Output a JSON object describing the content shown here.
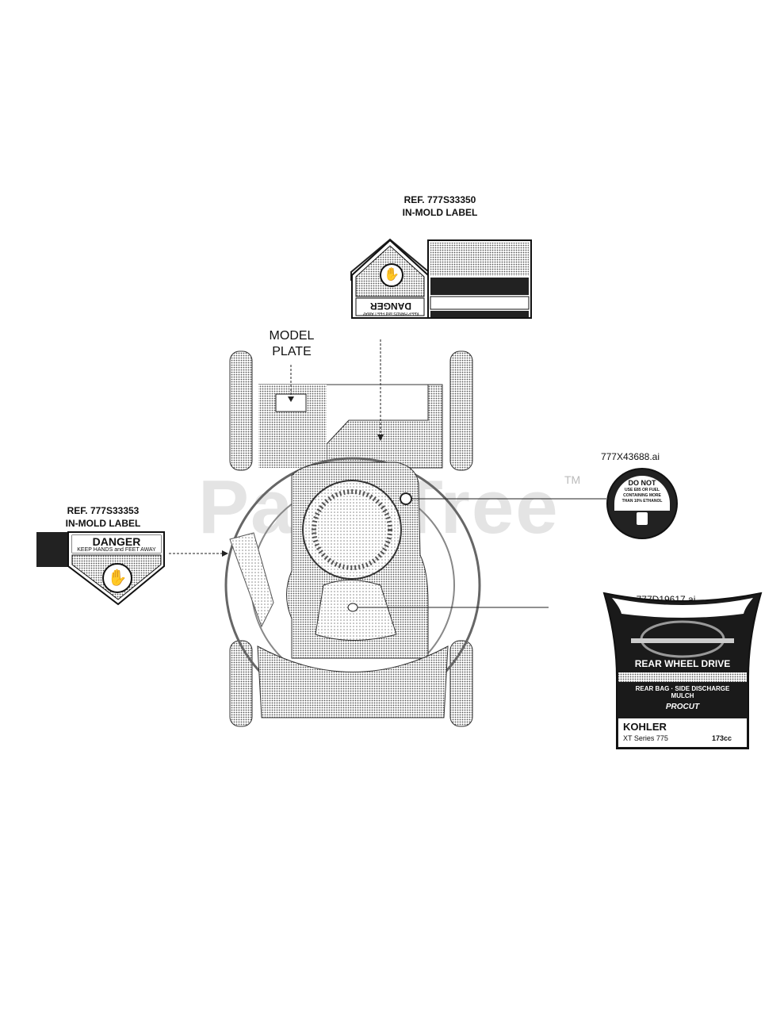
{
  "watermark": {
    "text": "PartsTree",
    "trademark": "TM"
  },
  "labels": {
    "ref_top": "REF. 777S33350",
    "ref_top_sub": "IN-MOLD LABEL",
    "model_plate_1": "MODEL",
    "model_plate_2": "PLATE",
    "ref_left": "REF. 777S33353",
    "ref_left_sub": "IN-MOLD LABEL",
    "fuel_label_id": "777X43688.ai",
    "model_decal_id": "777D19617.ai"
  },
  "danger_left": {
    "title": "DANGER",
    "sub": "KEEP HANDS and FEET AWAY"
  },
  "danger_top": {
    "title": "DANGER",
    "sub": "KEEP HANDS and FEET AWAY"
  },
  "fuel_sticker": {
    "line1": "DO NOT",
    "line2": "USE E85 OR FUEL",
    "line3": "CONTAINING MORE",
    "line4": "THAN 10% ETHANOL"
  },
  "model_decal": {
    "drive": "REAR WHEEL DRIVE",
    "options_1": "REAR BAG · SIDE DISCHARGE",
    "options_2": "MULCH",
    "series_brand": "PROCUT",
    "engine_brand": "KOHLER",
    "engine_series": "XT Series 775",
    "displacement": "173cc"
  },
  "colors": {
    "hatch": "#7a7a7a",
    "ink": "#111111",
    "watermark": "#cfcfcf"
  }
}
